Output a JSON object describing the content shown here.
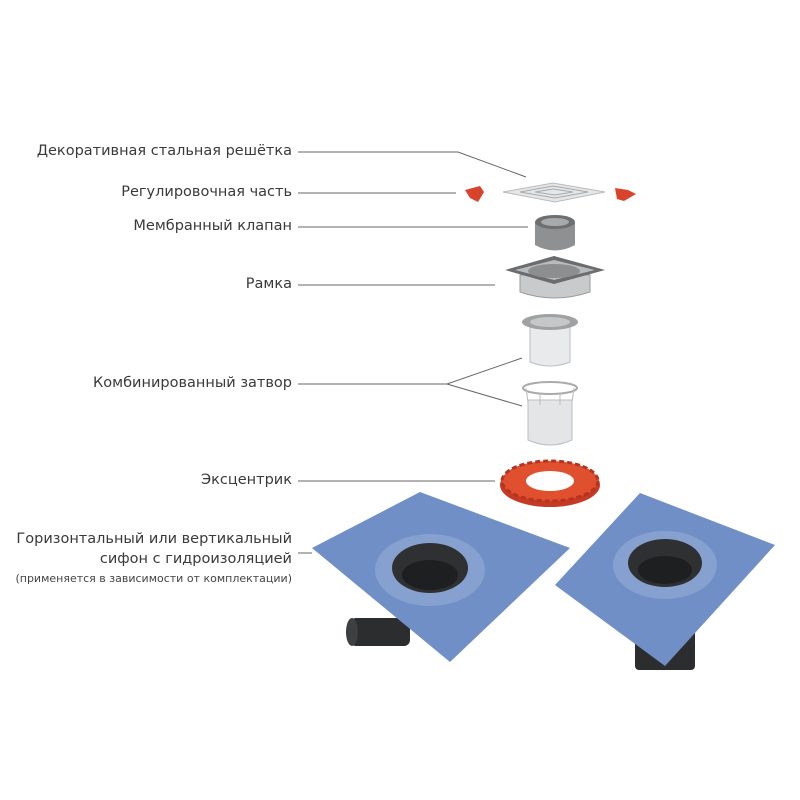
{
  "labels": {
    "grate": "Декоративная стальная решётка",
    "adjust": "Регулировочная часть",
    "membrane": "Мембранный клапан",
    "frame": "Рамка",
    "trap": "Комбинированный затвор",
    "eccentric": "Эксцентрик",
    "siphon_line1": "Горизонтальный или вертикальный",
    "siphon_line2": "сифон с гидроизоляцией",
    "siphon_note": "(применяется в зависимости от комплектации)"
  },
  "colors": {
    "membrane_blue": "#6f8fc6",
    "red_part": "#d9432c",
    "steel": "#c9cbcc",
    "dark_pipe": "#2c2d2f"
  }
}
